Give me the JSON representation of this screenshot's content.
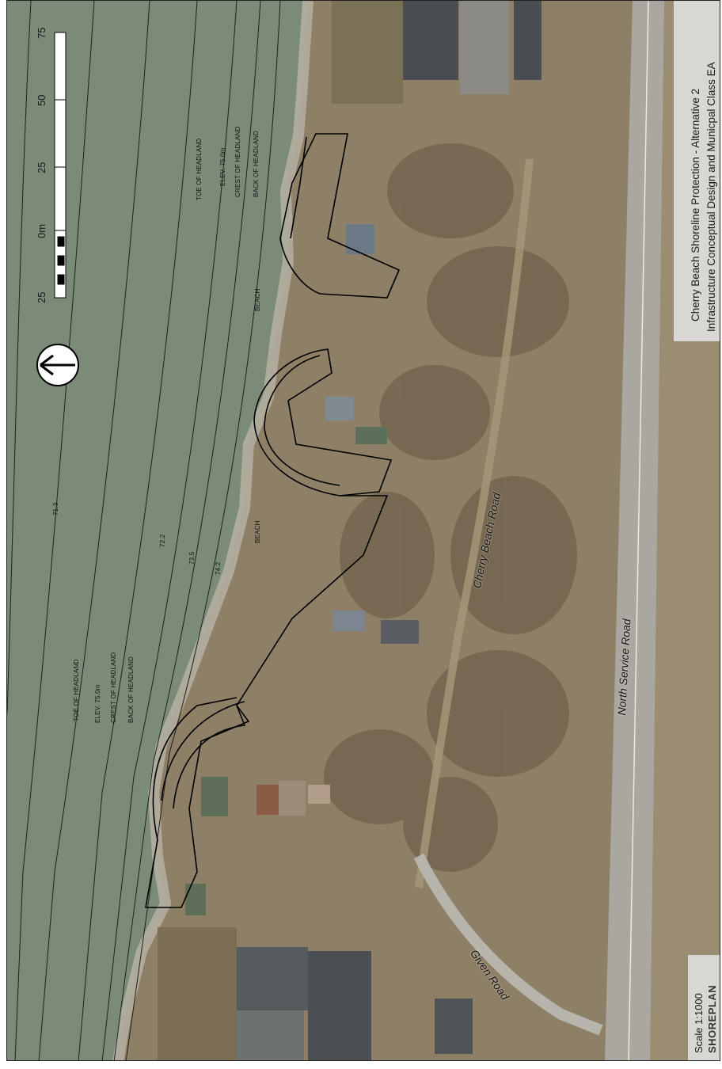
{
  "title": {
    "line1": "Cherry Beach Shoreline Protection - Alternative 2",
    "line2": "Infrastructure Conceptual Design and Municpal Class EA"
  },
  "scale_text": "Scale  1:1000",
  "brand": "SHOREPLAN",
  "scale_bar": {
    "labels": [
      "75",
      "50",
      "25",
      "0m",
      "25"
    ]
  },
  "north_arrow_icon": "north-arrow-icon",
  "roads": {
    "north_service": "North Service Road",
    "cherry_beach": "Cherry Beach Road",
    "given": "Given Road"
  },
  "headland_1": {
    "toe": "TOE OF HEADLAND",
    "elev": "ELEV. 75.0m",
    "crest": "CREST OF HEADLAND",
    "back": "BACK OF HEADLAND"
  },
  "headland_2": {
    "toe": "TOE OF HEADLAND",
    "elev": "ELEV. 75.0m",
    "crest": "CREST OF HEADLAND",
    "back": "BACK OF HEADLAND"
  },
  "beach_labels": [
    "BEACH",
    "BEACH"
  ],
  "contour_labels": [
    "71.3",
    "72.2",
    "73.5",
    "74.2"
  ],
  "colors": {
    "water": "#7b8b78",
    "land": "#8f816a",
    "road": "#a9a7a0",
    "panel": "#d8d7d3"
  }
}
